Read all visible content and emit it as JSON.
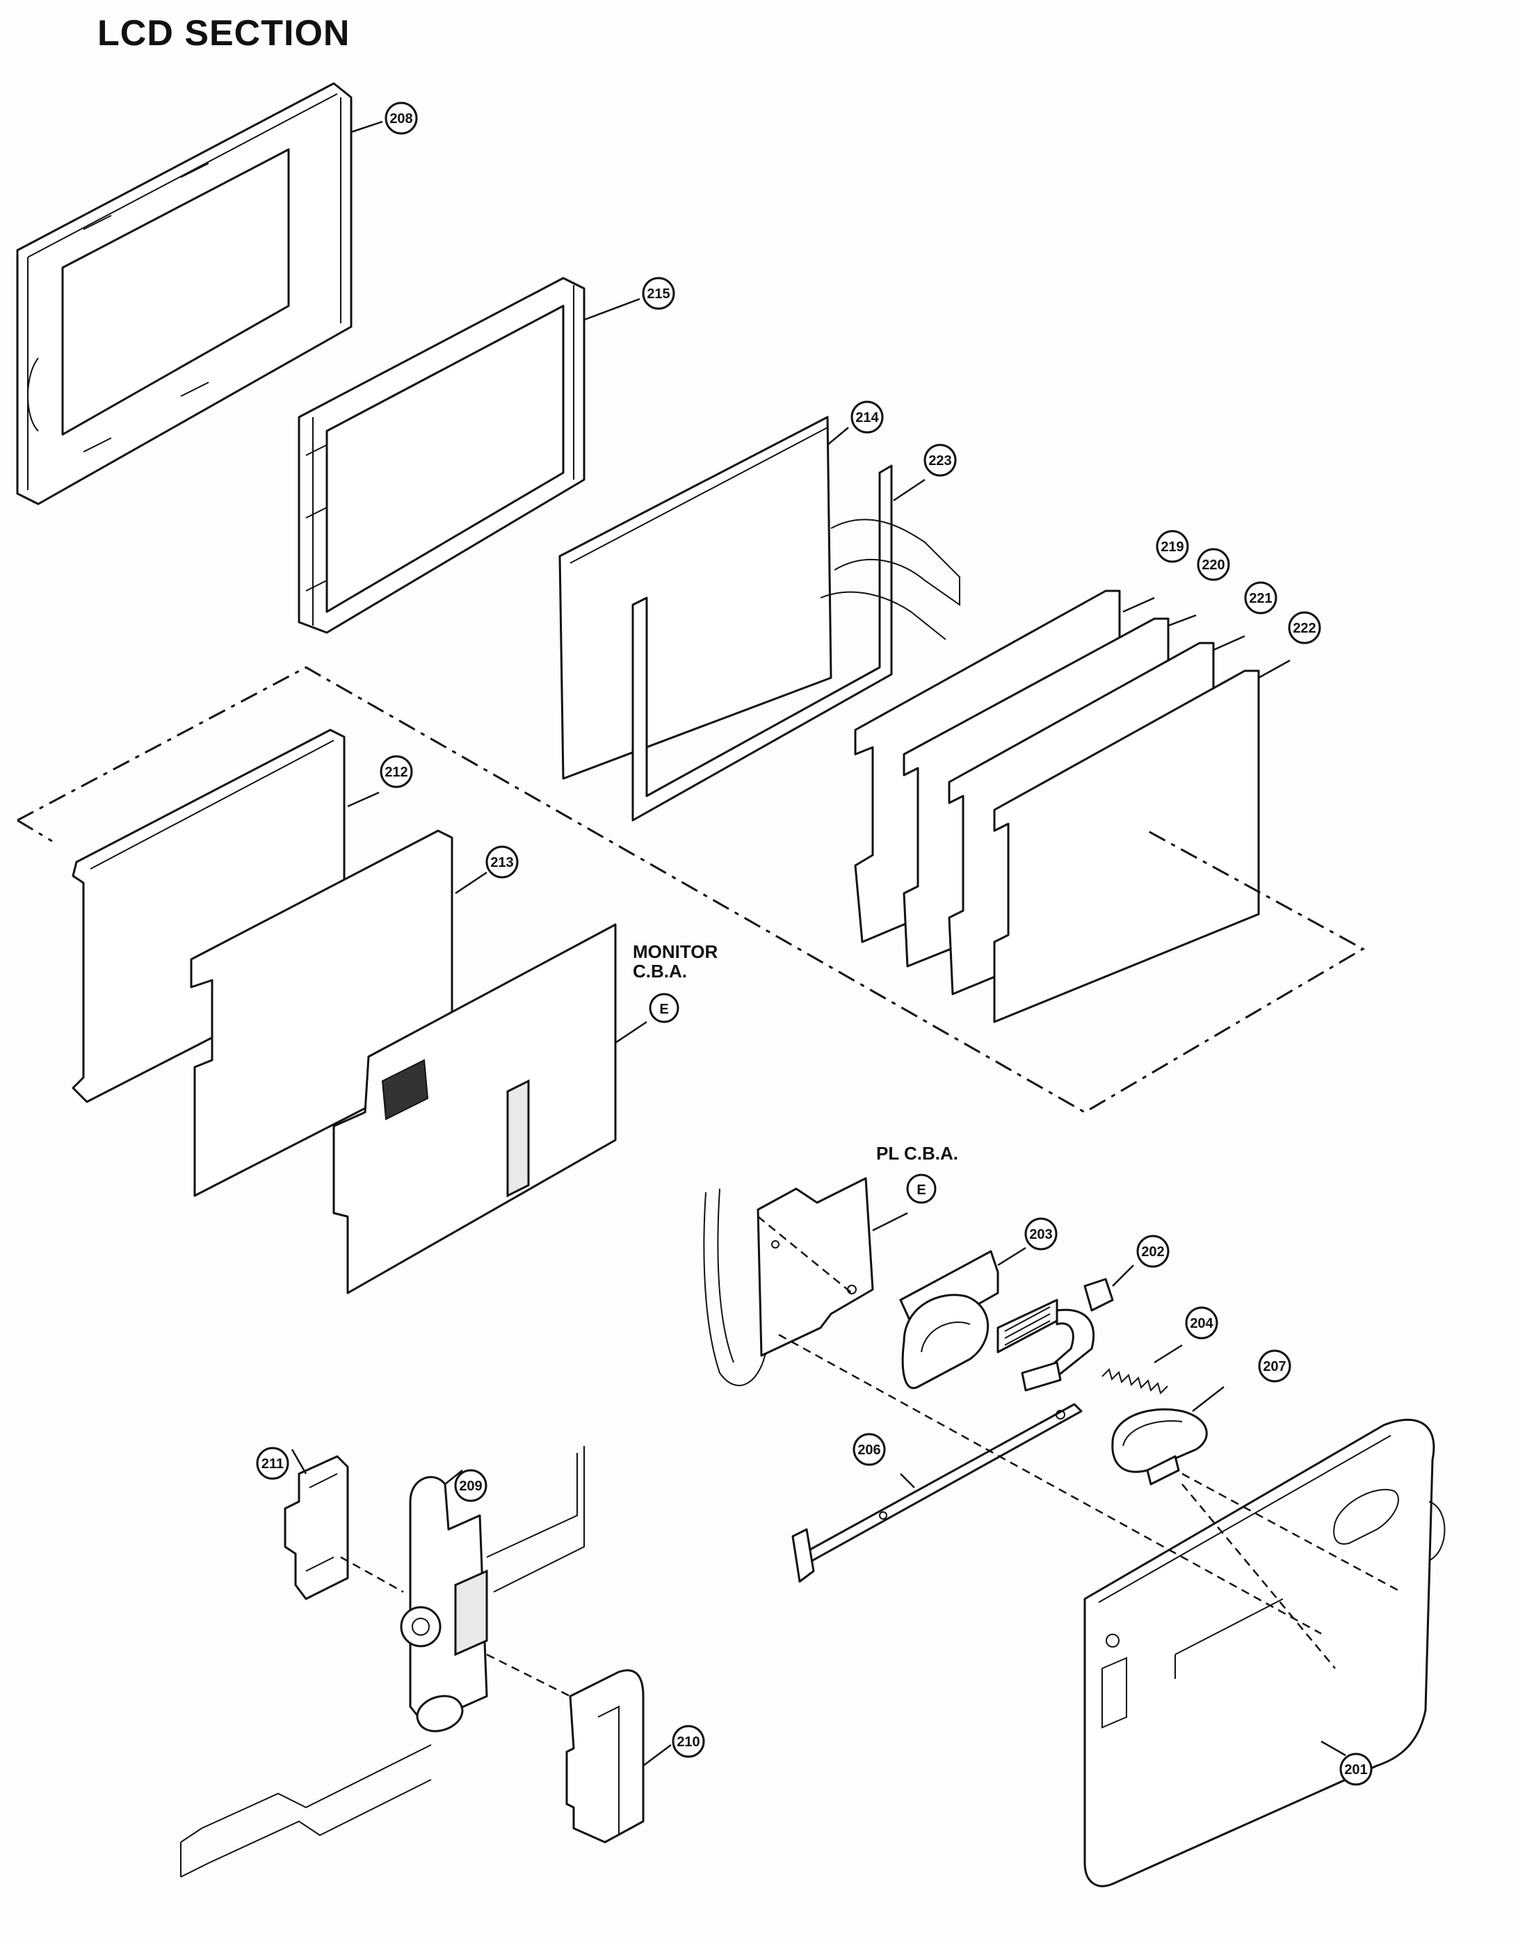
{
  "page": {
    "title": "LCD SECTION"
  },
  "labels": {
    "monitor_line1": "MONITOR",
    "monitor_line2": "C.B.A.",
    "monitor_ref": "E",
    "pl_cba": "PL C.B.A.",
    "pl_ref": "E"
  },
  "callouts": {
    "p201": "201",
    "p202": "202",
    "p203": "203",
    "p204": "204",
    "p206": "206",
    "p207": "207",
    "p208": "208",
    "p209": "209",
    "p210": "210",
    "p211": "211",
    "p212": "212",
    "p213": "213",
    "p214": "214",
    "p215": "215",
    "p219": "219",
    "p220": "220",
    "p221": "221",
    "p222": "222",
    "p223": "223"
  }
}
